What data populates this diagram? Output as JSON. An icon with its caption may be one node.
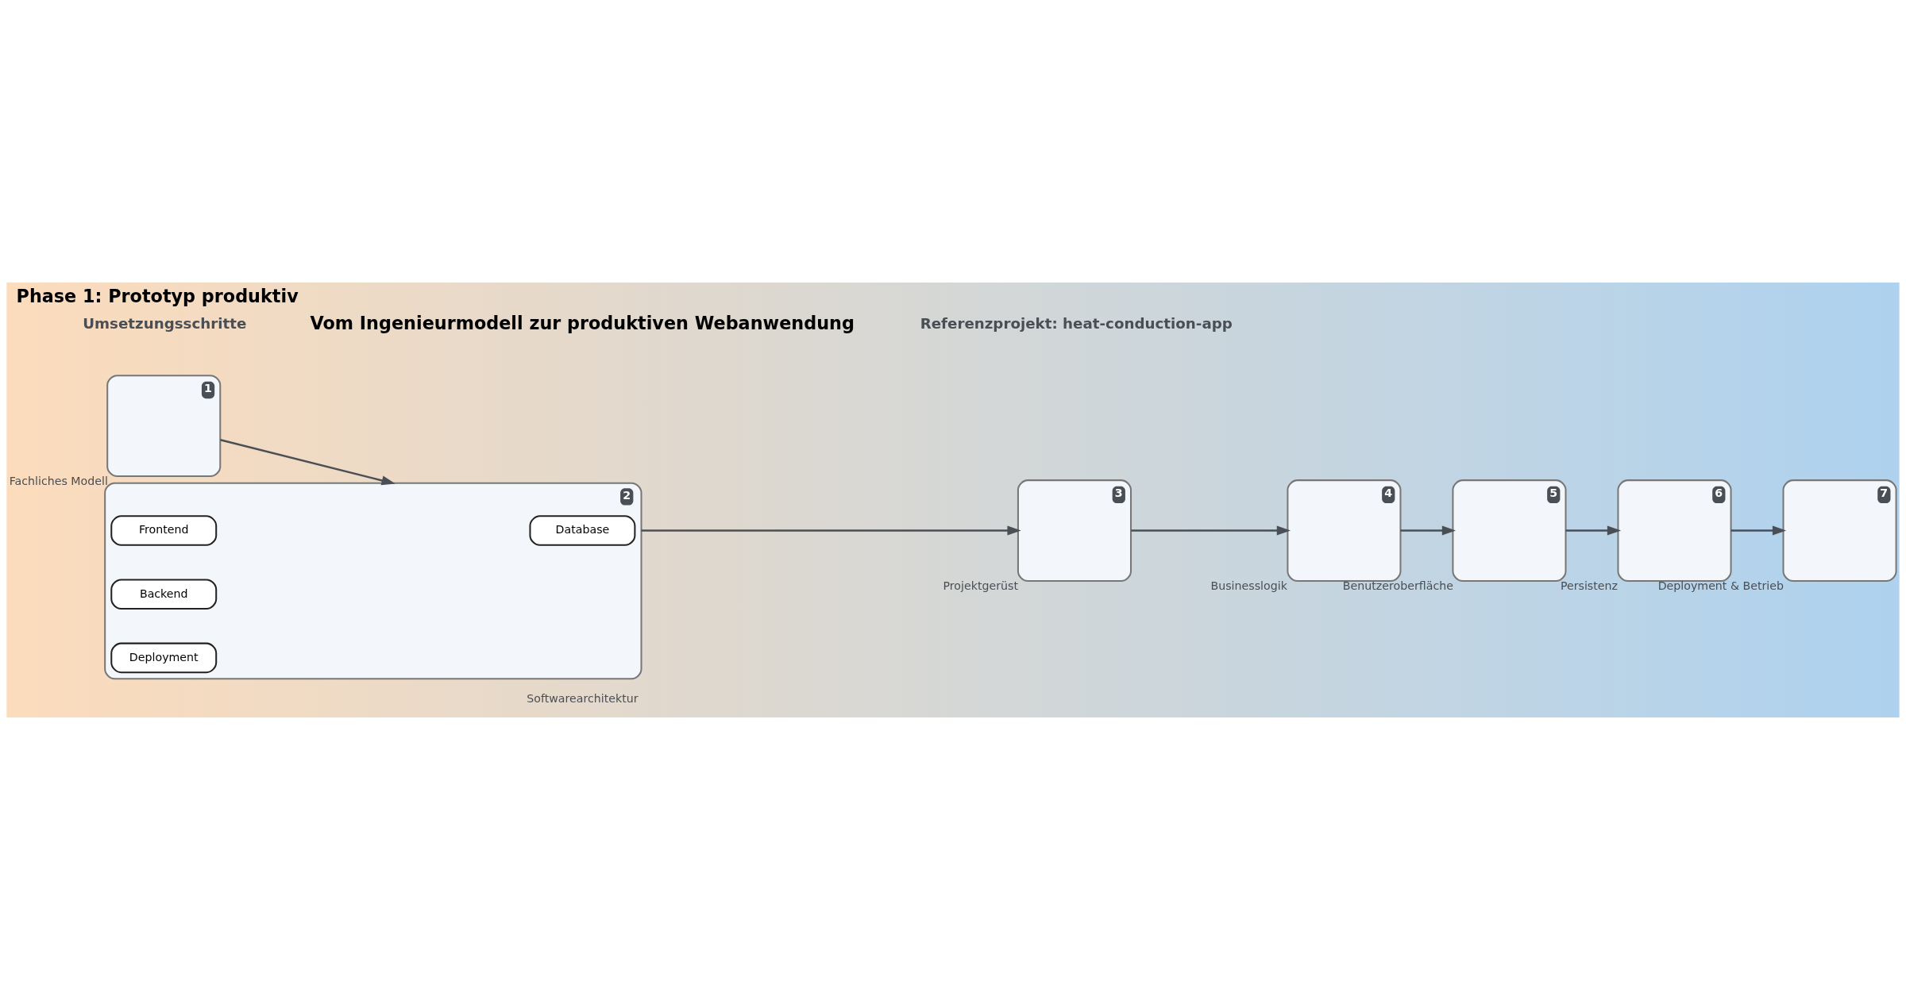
{
  "diagram": {
    "title": "Phase 1: Prototyp produktiv",
    "nodes": [
      {
        "text": [
          "1"
        ],
        "beside": [
          "Fachliches Modell"
        ]
      },
      {
        "text": [
          "2"
        ],
        "beside": [
          "Softwarearchitektur"
        ]
      },
      {
        "text": [
          "Frontend"
        ],
        "in": 1
      },
      {
        "text": [
          "Backend"
        ],
        "in": 1
      },
      {
        "text": [
          "Database"
        ],
        "in": 1
      },
      {
        "text": [
          "Deployment"
        ],
        "in": 1
      },
      {
        "text": [
          "3"
        ],
        "beside": [
          "Projektgerüst"
        ]
      },
      {
        "text": [
          "4"
        ],
        "beside": [
          "Businesslogik"
        ]
      },
      {
        "text": [
          "5"
        ],
        "beside": [
          "Benutzeroberfläche"
        ]
      },
      {
        "text": [
          "6"
        ],
        "beside": [
          "Persistenz"
        ]
      },
      {
        "text": [
          "7"
        ],
        "beside": [
          "Deployment & Betrieb"
        ]
      }
    ],
    "edges": [
      {
        "from": 0,
        "to": 1,
        "arrow": "to"
      },
      {
        "from": 1,
        "to": 6,
        "arrow": "to"
      },
      {
        "from": 6,
        "to": 7,
        "arrow": "to"
      },
      {
        "from": 7,
        "to": 8,
        "arrow": "to"
      },
      {
        "from": 8,
        "to": 9,
        "arrow": "to"
      },
      {
        "from": 9,
        "to": 10,
        "arrow": "to"
      }
    ],
    "labels": [
      "Umsetzungsschritte",
      "Vom Ingenieurmodell zur produktiven Webanwendung",
      "Referenzprojekt: heat-conduction-app"
    ]
  }
}
